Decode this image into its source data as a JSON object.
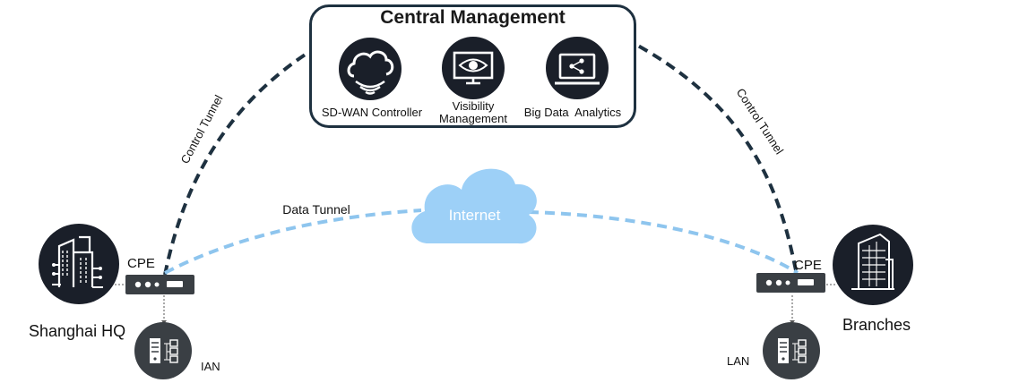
{
  "central_management": {
    "title": "Central Management",
    "items": [
      {
        "label": "SD-WAN Controller",
        "icon": "cloud-wifi-icon"
      },
      {
        "label": "Visibility\nManagement",
        "icon": "monitor-eye-icon"
      },
      {
        "label": "Big Data  Analytics",
        "icon": "laptop-share-icon"
      }
    ]
  },
  "tunnels": {
    "control_left": "Control Tunnel",
    "control_right": "Control Tunnel",
    "data": "Data Tunnel"
  },
  "internet": {
    "label": "Internet"
  },
  "hq": {
    "name": "Shanghai HQ",
    "cpe": "CPE",
    "lan": "IAN"
  },
  "branches": {
    "name": "Branches",
    "cpe": "CPE",
    "lan": "LAN"
  },
  "colors": {
    "dark_navy": "#1e3140",
    "light_blue": "#8ec5ee",
    "cloud_fill": "#9dd0f7",
    "icon_bg": "#1a1f29",
    "server_bg": "#3a3f44"
  }
}
